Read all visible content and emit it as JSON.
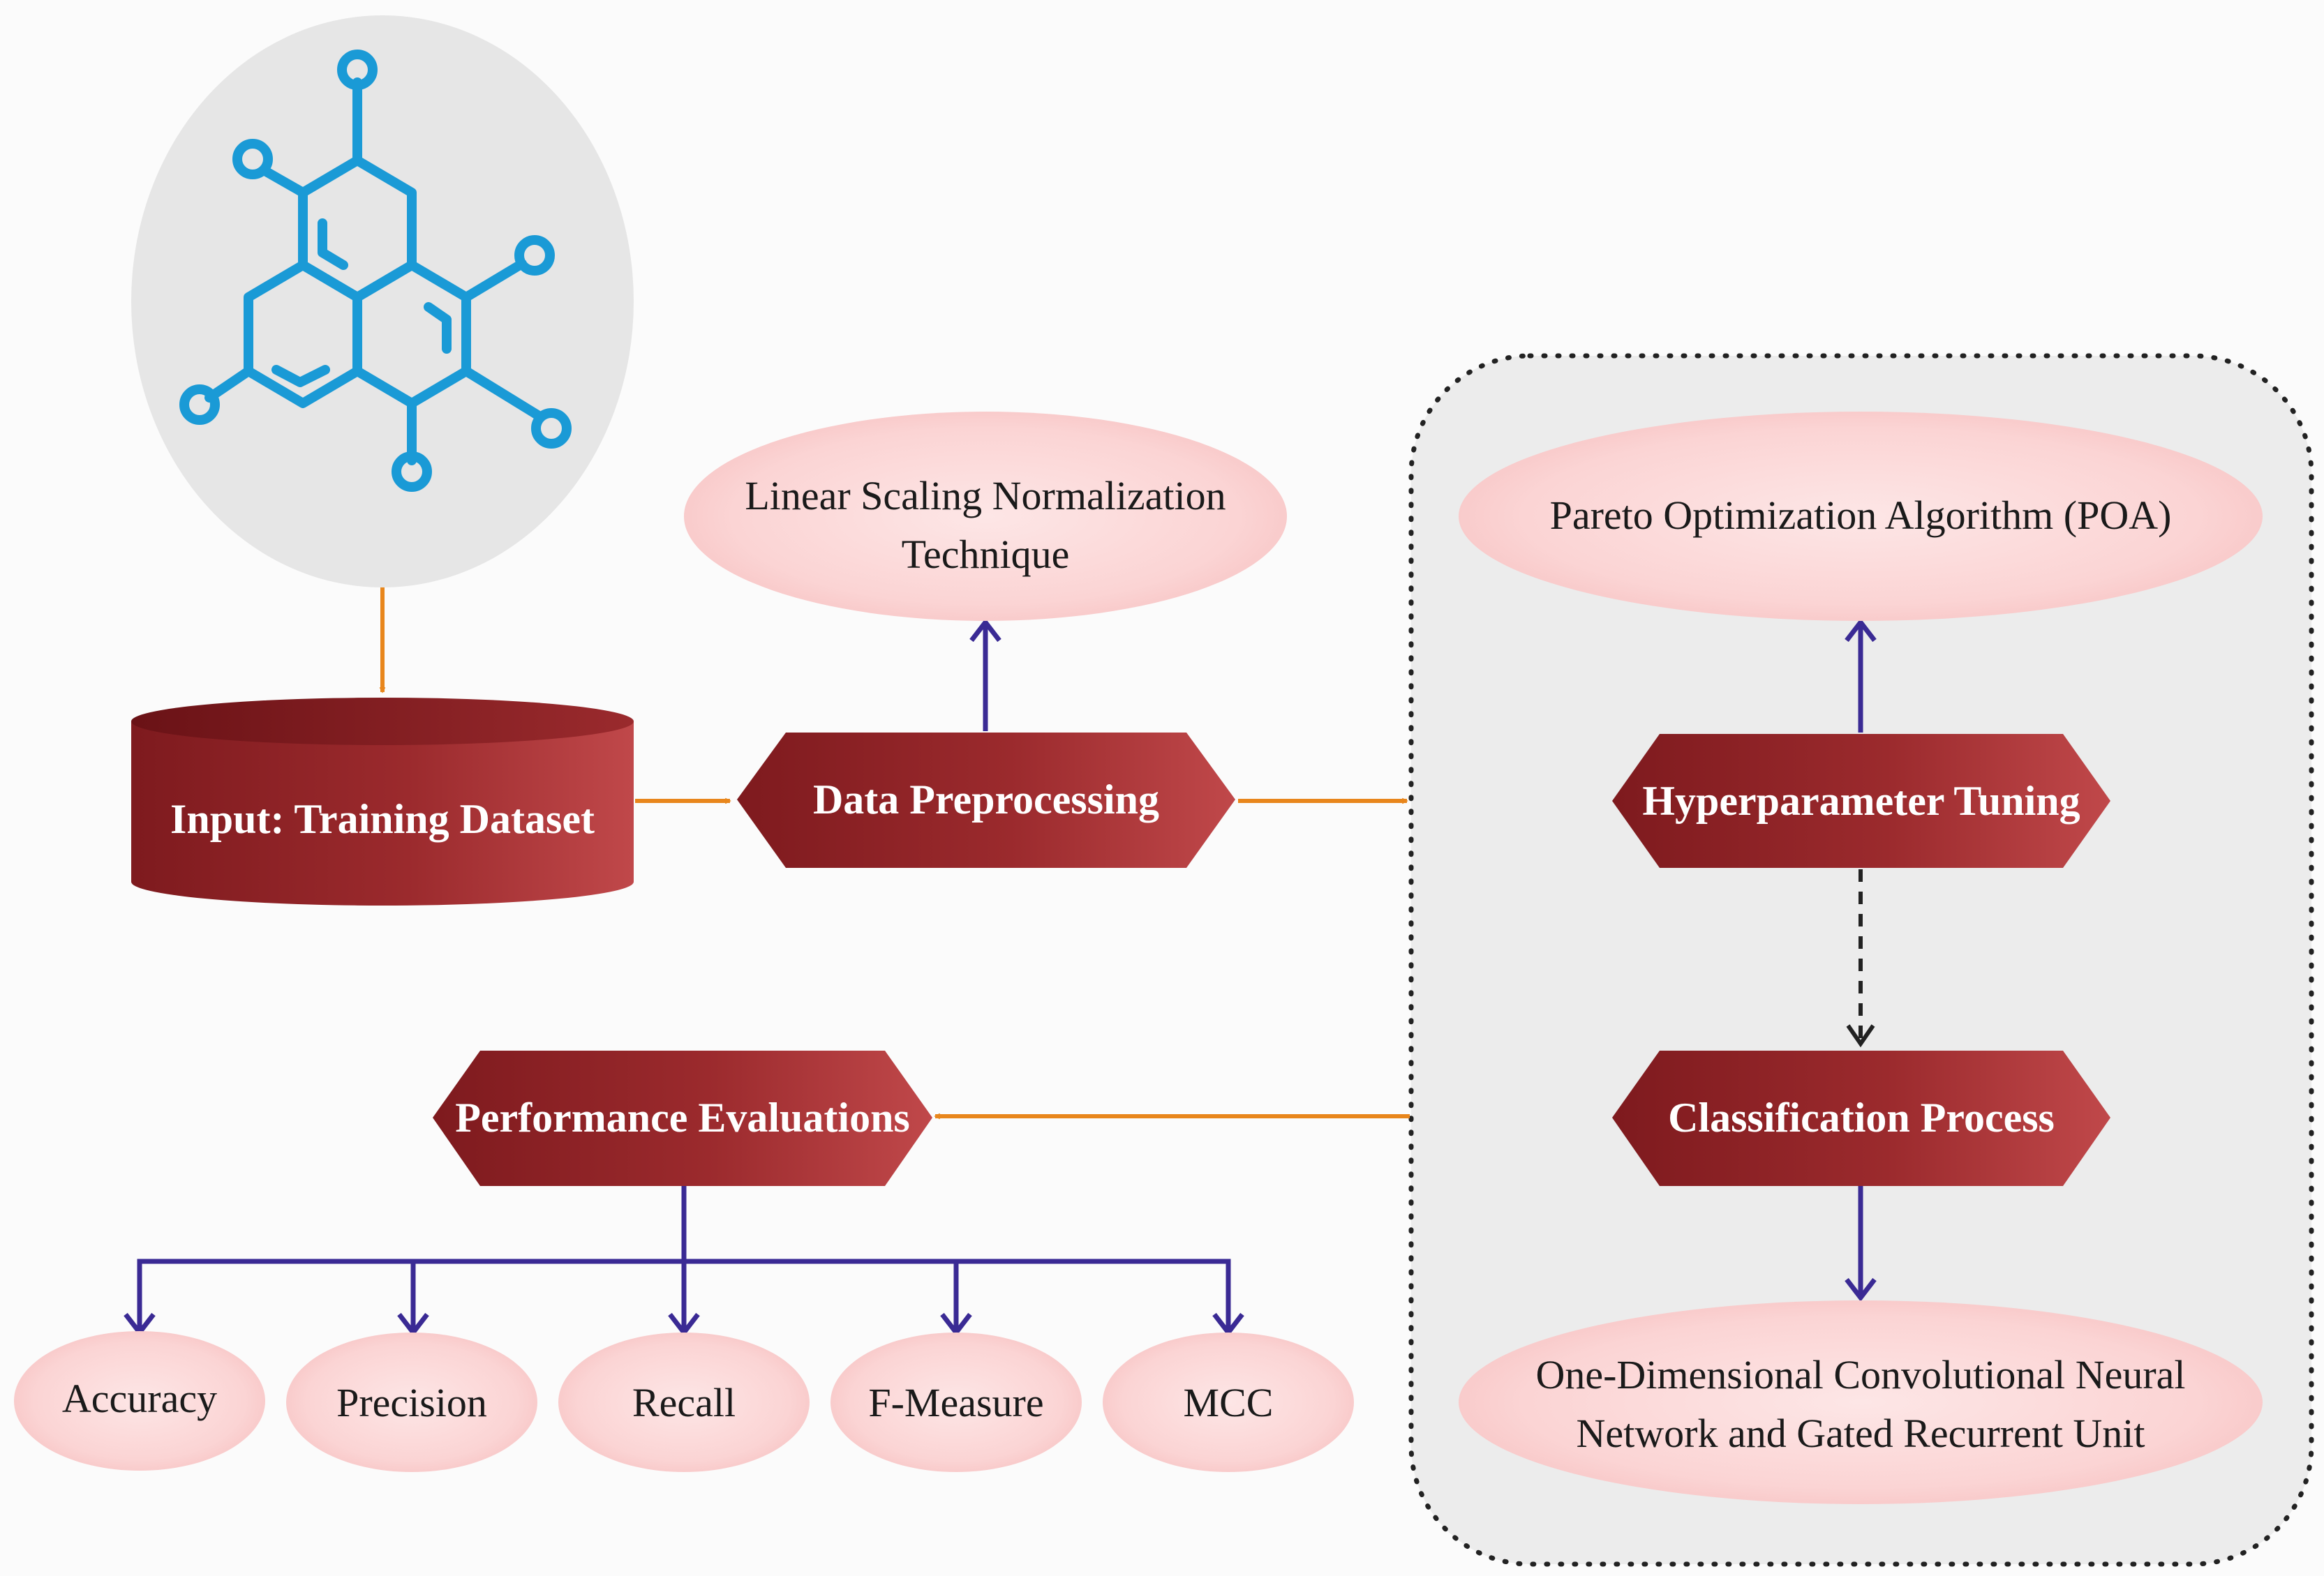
{
  "input_dataset": {
    "label": "Input: Training Dataset"
  },
  "preprocessing": {
    "label": "Data Preprocessing",
    "technique": {
      "line1": "Linear Scaling Normalization",
      "line2": "Technique"
    }
  },
  "tuning": {
    "label": "Hyperparameter Tuning",
    "algorithm": "Pareto Optimization Algorithm (POA)"
  },
  "classification": {
    "label": "Classification Process",
    "model": {
      "line1": "One-Dimensional Convolutional Neural",
      "line2": "Network and Gated Recurrent Unit"
    }
  },
  "evaluation": {
    "label": "Performance Evaluations",
    "metrics": [
      "Accuracy",
      "Precision",
      "Recall",
      "F-Measure",
      "MCC"
    ]
  },
  "colors": {
    "orange_arrow": "#e8861c",
    "purple_arrow": "#3a2a94",
    "dark_red": "#8b1e22",
    "light_red": "#c0484a",
    "pink_oval": "#fbd6d6",
    "molecule_blue": "#1a9ad6",
    "panel_grey": "#ececec"
  }
}
